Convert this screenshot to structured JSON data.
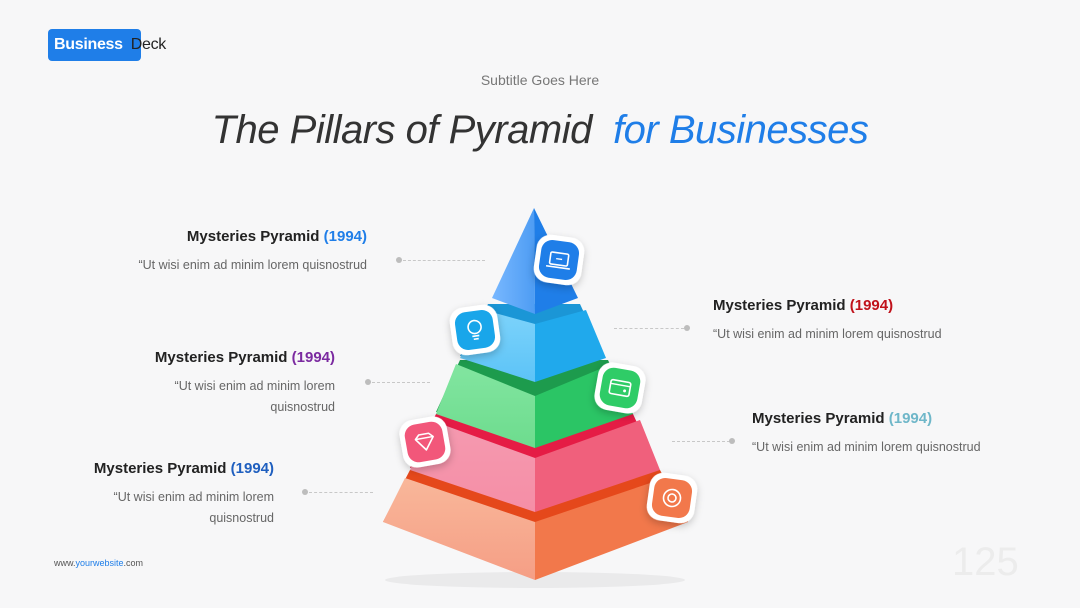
{
  "logo": {
    "part1": "Business",
    "part2": "Deck"
  },
  "subtitle": "Subtitle Goes Here",
  "title": {
    "main": "The Pillars of Pyramid",
    "highlight": "for Businesses"
  },
  "labels": [
    {
      "heading": "Mysteries Pyramid",
      "year": "(1994)",
      "year_color": "#1f7ee8",
      "text": "“Ut wisi enim ad minim lorem quisnostrud"
    },
    {
      "heading": "Mysteries Pyramid",
      "year": "(1994)",
      "year_color": "#c0121b",
      "text": "“Ut wisi enim ad minim lorem quisnostrud"
    },
    {
      "heading": "Mysteries Pyramid",
      "year": "(1994)",
      "year_color": "#7b2aa0",
      "text_line1": "“Ut wisi enim ad minim lorem",
      "text_line2": "quisnostrud"
    },
    {
      "heading": "Mysteries Pyramid",
      "year": "(1994)",
      "year_color": "#6fb7c9",
      "text": "“Ut wisi enim ad minim lorem quisnostrud"
    },
    {
      "heading": "Mysteries Pyramid",
      "year": "(1994)",
      "year_color": "#1f5fbf",
      "text_line1": "“Ut wisi enim ad minim lorem",
      "text_line2": "quisnostrud"
    }
  ],
  "icons": [
    "laptop-icon",
    "lightbulb-icon",
    "wallet-icon",
    "diamond-icon",
    "lifebuoy-icon"
  ],
  "footer": {
    "url_prefix": "www.",
    "url_brand": "yourwebsite",
    "url_suffix": ".com"
  },
  "page_number": "125"
}
